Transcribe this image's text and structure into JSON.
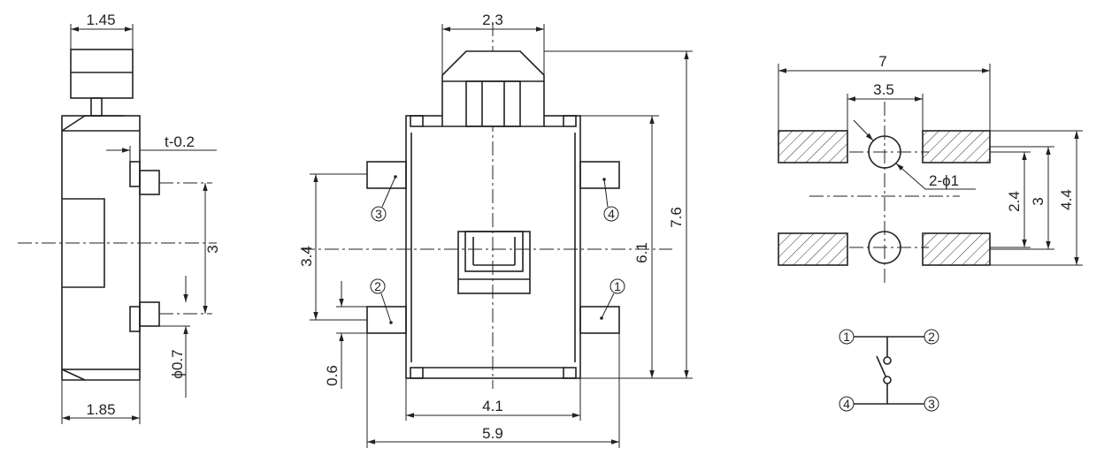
{
  "side_view": {
    "dims": {
      "top_width": "1.45",
      "thickness": "t-0.2",
      "pin_pitch": "3",
      "pin_diameter": "ϕ0.7",
      "bottom_width": "1.85"
    }
  },
  "top_view": {
    "dims": {
      "actuator_width": "2.3",
      "terminal_pitch": "3.4",
      "terminal_thickness": "0.6",
      "body_height": "6.1",
      "overall_height": "7.6",
      "body_width": "4.1",
      "overall_width": "5.9"
    },
    "pins": {
      "p1": "1",
      "p2": "2",
      "p3": "3",
      "p4": "4"
    }
  },
  "footprint": {
    "dims": {
      "overall_width": "7",
      "hole_spacing": "3.5",
      "holes": "2-ϕ1",
      "hole_pitch": "2.4",
      "pad_pitch": "3",
      "overall_height": "4.4"
    }
  },
  "schematic": {
    "pins": {
      "p1": "1",
      "p2": "2",
      "p3": "3",
      "p4": "4"
    }
  }
}
